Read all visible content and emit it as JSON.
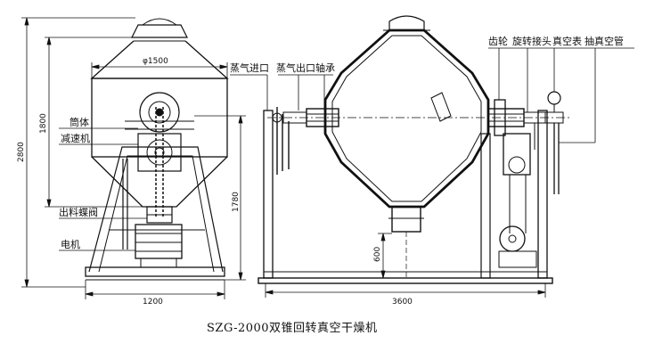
{
  "title": "SZG-2000双锥回转真空干燥机",
  "left_view": {
    "dimensions": {
      "top_diameter": "φ1500",
      "overall_height": "2800",
      "body_height": "1800",
      "lower_height": "1780",
      "base_width": "1200"
    },
    "labels": {
      "cylinder": "筒体",
      "reducer": "减速机",
      "discharge_valve": "出料蝶阀",
      "motor": "电机"
    }
  },
  "right_view": {
    "dimensions": {
      "overall_length": "3600",
      "outlet_height": "600"
    },
    "labels": {
      "steam_inlet": "蒸气进口",
      "steam_outlet": "蒸气出口",
      "bearing": "轴承",
      "gear": "齿轮",
      "rotary_joint": "旋转接头",
      "vacuum_gauge": "真空表",
      "vacuum_pipe": "抽真空管"
    }
  }
}
